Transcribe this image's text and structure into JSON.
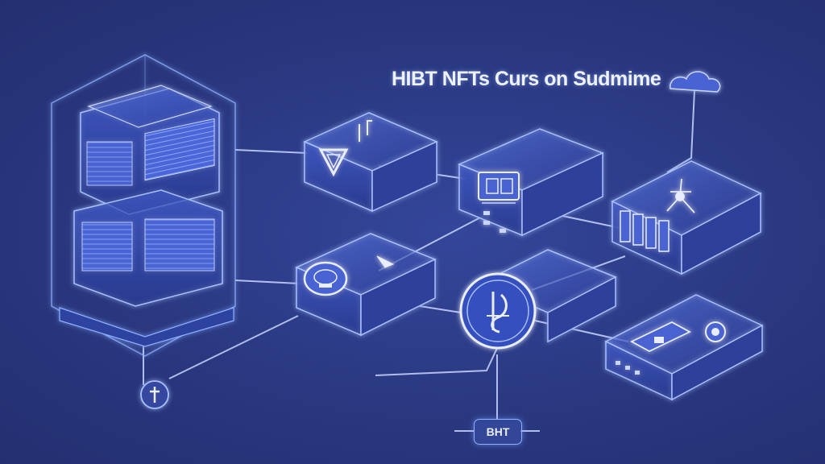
{
  "diagram": {
    "title": "HIBT NFTs Curs on Sudmime",
    "badge_label": "BHT",
    "colors": {
      "background": "#2b3a80",
      "line": "#c9d6ff",
      "panel_glow": "#6f8cff",
      "panel_fill": "#3a4fb0",
      "accent": "#a9c1ff"
    },
    "nodes": [
      {
        "id": "server-stack",
        "icon": "server-rack-icon"
      },
      {
        "id": "warning-module",
        "icon": "warning-triangle-icon"
      },
      {
        "id": "chip-module",
        "icon": "circuit-chip-icon"
      },
      {
        "id": "antenna-module",
        "icon": "satellite-antenna-icon"
      },
      {
        "id": "token-module",
        "icon": "nft-token-icon"
      },
      {
        "id": "coin-node",
        "icon": "coin-icon"
      },
      {
        "id": "device-module",
        "icon": "hardware-device-icon"
      },
      {
        "id": "cloud-node",
        "icon": "cloud-icon"
      },
      {
        "id": "pin-node",
        "icon": "pin-icon"
      }
    ]
  }
}
